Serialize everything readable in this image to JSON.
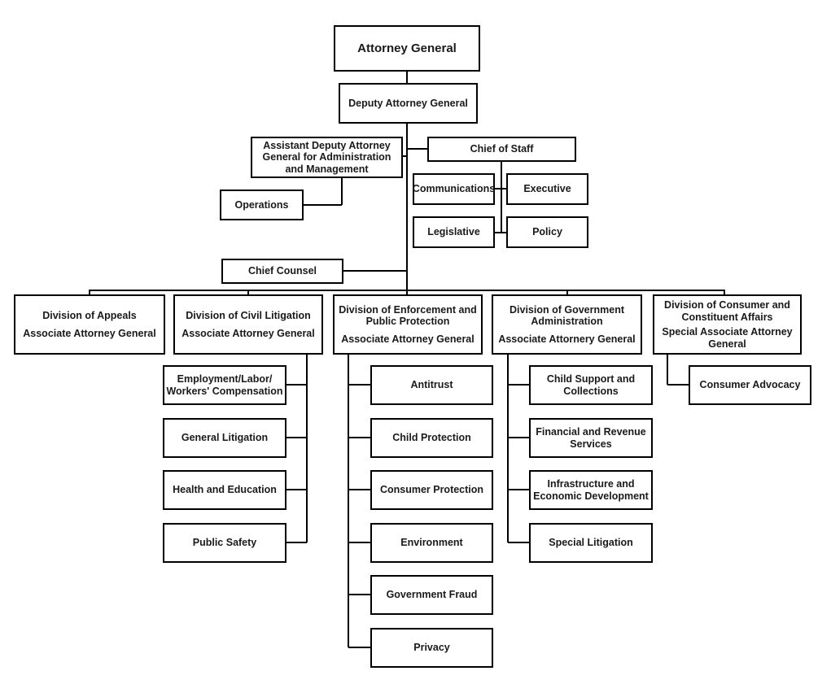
{
  "org": {
    "attorney_general": "Attorney General",
    "deputy_attorney_general": "Deputy Attorney General",
    "assistant_deputy_attorney_general": "Assistant Deputy Attorney\nGeneral for Administration\nand Management",
    "chief_of_staff": "Chief of Staff",
    "operations": "Operations",
    "communications": "Communications",
    "executive": "Executive",
    "legislative": "Legislative",
    "policy": "Policy",
    "chief_counsel": "Chief Counsel",
    "line_color": "#000000",
    "divisions": [
      {
        "title": "Division of Appeals",
        "officer": "Associate Attorney General",
        "units": []
      },
      {
        "title": "Division of Civil Litigation",
        "officer": "Associate Attorney General",
        "units": [
          "Employment/Labor/\nWorkers' Compensation",
          "General Litigation",
          "Health and Education",
          "Public Safety"
        ]
      },
      {
        "title": "Division of Enforcement and\nPublic Protection",
        "officer": "Associate Attorney General",
        "units": [
          "Antitrust",
          "Child Protection",
          "Consumer Protection",
          "Environment",
          "Government Fraud",
          "Privacy"
        ]
      },
      {
        "title": "Division of Government\nAdministration",
        "officer": "Associate Attornery General",
        "units": [
          "Child Support and\nCollections",
          "Financial and Revenue\nServices",
          "Infrastructure and\nEconomic Development",
          "Special Litigation"
        ]
      },
      {
        "title": "Division of Consumer and\nConstituent Affairs",
        "officer": "Special Associate Attorney\nGeneral",
        "units": [
          "Consumer Advocacy"
        ]
      }
    ]
  }
}
